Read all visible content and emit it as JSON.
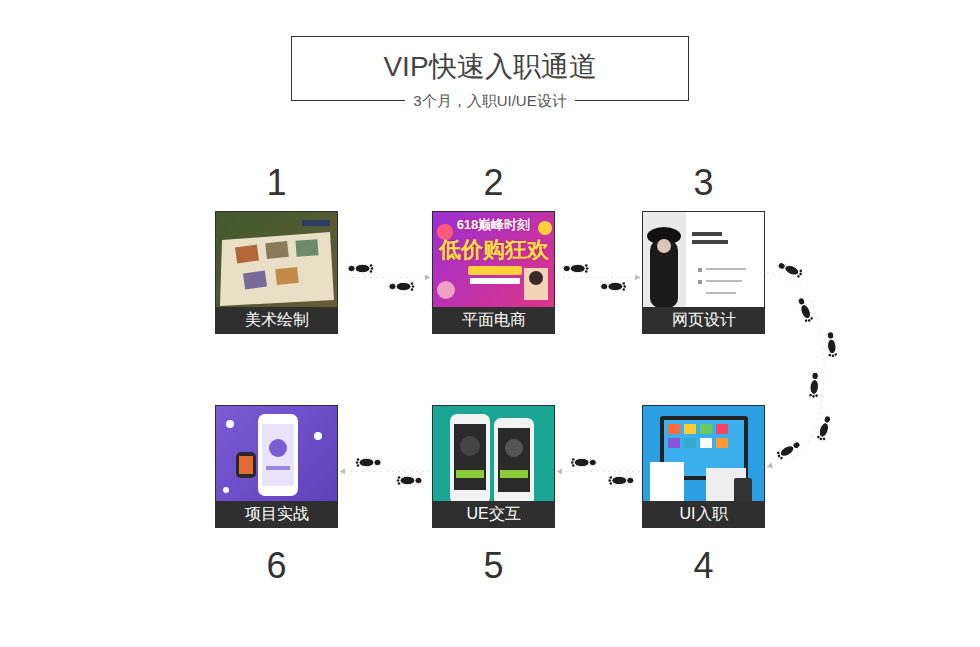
{
  "diagram": {
    "title": "VIP快速入职通道",
    "caption": "3个月，入职UI/UE设计",
    "nodes": [
      {
        "text": [
          "1",
          "美术绘制"
        ]
      },
      {
        "text": [
          "2",
          "平面电商"
        ]
      },
      {
        "text": [
          "3",
          "网页设计"
        ]
      },
      {
        "text": [
          "4",
          "UI入职"
        ]
      },
      {
        "text": [
          "5",
          "UE交互"
        ]
      },
      {
        "text": [
          "6",
          "项目实战"
        ]
      }
    ],
    "edges": [
      {
        "from": 0,
        "to": 1,
        "arrow": "to"
      },
      {
        "from": 1,
        "to": 2,
        "arrow": "to"
      },
      {
        "from": 2,
        "to": 3,
        "arrow": "to"
      },
      {
        "from": 3,
        "to": 4,
        "arrow": "to"
      },
      {
        "from": 4,
        "to": 5,
        "arrow": "to"
      }
    ],
    "labels": [
      "618巅峰时刻",
      "低价购狂欢"
    ]
  }
}
